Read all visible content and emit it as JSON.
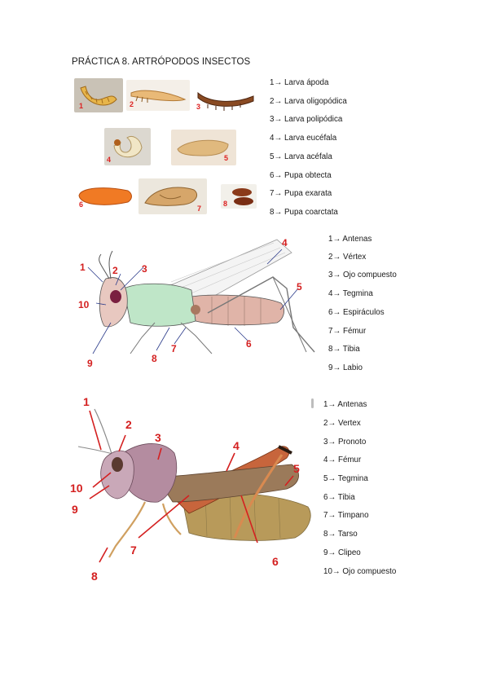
{
  "page": {
    "title": "PRÁCTICA 8. ARTRÓPODOS INSECTOS"
  },
  "section1": {
    "thumb_labels": [
      "1",
      "2",
      "3",
      "4",
      "5",
      "6",
      "7",
      "8"
    ],
    "legend": [
      "1→ Larva ápoda",
      "2→ Larva oligopódica",
      "3→ Larva polipódica",
      "4→ Larva eucéfala",
      "5→ Larva acéfala",
      "6→ Pupa obtecta",
      "7→ Pupa exarata",
      "8→ Pupa coarctata"
    ]
  },
  "section2": {
    "callouts": [
      "1",
      "2",
      "3",
      "4",
      "5",
      "6",
      "7",
      "8",
      "9",
      "10"
    ],
    "legend": [
      "1→ Antenas",
      "2→ Vértex",
      "3→ Ojo compuesto",
      "4→ Tegmina",
      "6→ Espiráculos",
      "7→ Fémur",
      "8→ Tibia",
      "9→ Labio"
    ]
  },
  "section3": {
    "callouts": [
      "1",
      "2",
      "3",
      "4",
      "5",
      "6",
      "7",
      "8",
      "9",
      "10"
    ],
    "legend": [
      "1→ Antenas",
      "2→ Vertex",
      "3→ Pronoto",
      "4→ Fémur",
      "5→ Tegmina",
      "6→ Tibia",
      "7→ Timpano",
      "8→ Tarso",
      "9→ Clipeo",
      "10→ Ojo compuesto"
    ]
  },
  "colors": {
    "callout_red": "#d42020",
    "callout_blue": "#2a3a8a",
    "thorax_green": "#bfe6c8",
    "abdomen_pink": "#e0b4a8"
  }
}
